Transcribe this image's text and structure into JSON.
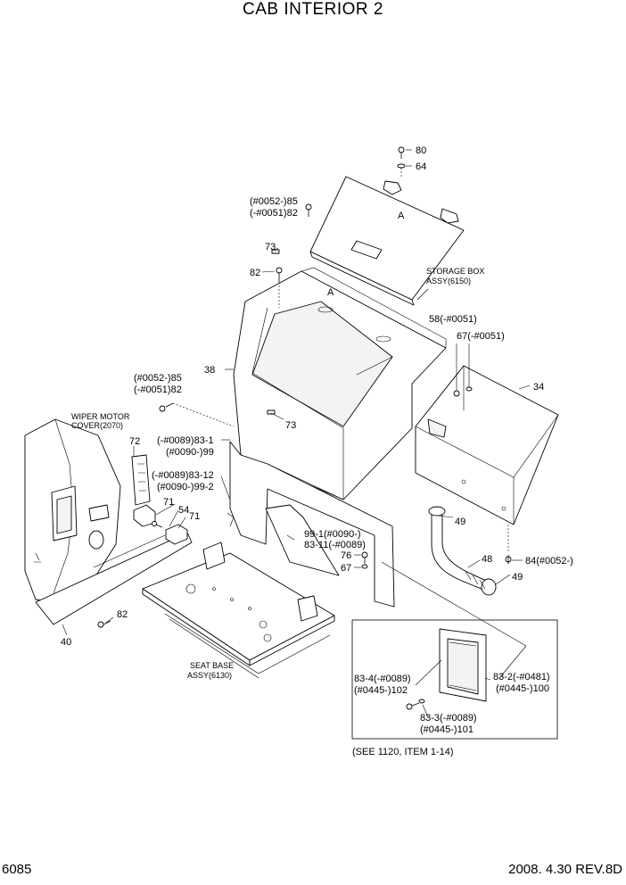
{
  "title": "CAB INTERIOR 2",
  "page_number": "6085",
  "revision": "2008. 4.30 REV.8D",
  "callouts": {
    "c80": "80",
    "c64": "64",
    "c85a": "(#0052-)85",
    "c82a": "(-#0051)82",
    "cA1": "A",
    "cA2": "A",
    "c73a": "73",
    "c82b": "82",
    "storage1": "STORAGE BOX",
    "storage2": "ASSY(6150)",
    "c58": "58(-#0051)",
    "c67a": "67(-#0051)",
    "c38": "38",
    "c34": "34",
    "c85b": "(#0052-)85",
    "c82c": "(-#0051)82",
    "c73b": "73",
    "wiper1": "WIPER MOTOR",
    "wiper2": "COVER(2070)",
    "c72": "72",
    "c83_1": "(-#0089)83-1",
    "c99": "(#0090-)99",
    "c83_12": "(-#0089)83-12",
    "c99_2": "(#0090-)99-2",
    "c71a": "71",
    "c54": "54",
    "c71b": "71",
    "c99_1": "99-1(#0090-)",
    "c83_11": "83-11(-#0089)",
    "c76": "76",
    "c67b": "67",
    "c49a": "49",
    "c48": "48",
    "c84": "84(#0052-)",
    "c49b": "49",
    "c82d": "82",
    "c40": "40",
    "seat1": "SEAT BASE",
    "seat2": "ASSY(6130)",
    "c83_4a": "83-4(-#0089)",
    "c102": "(#0445-)102",
    "c83_2": "83-2(-#0481)",
    "c100": "(#0445-)100",
    "c83_3": "83-3(-#0089)",
    "c101": "(#0445-)101",
    "see": "(SEE 1120, ITEM 1-14)"
  }
}
